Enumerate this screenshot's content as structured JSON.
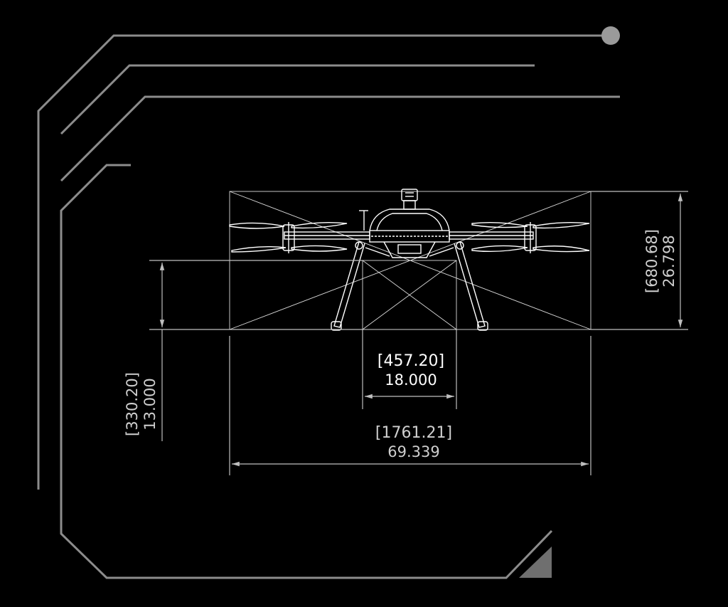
{
  "colors": {
    "background": "#000000",
    "frame": "#8c8c8c",
    "drawing": "#ffffff",
    "dimension": "#bfbfbf",
    "accent_dot": "#9a9a9a"
  },
  "dimensions": {
    "height": {
      "mm": "[680.68]",
      "in": "26.798"
    },
    "gear_height": {
      "mm": "[330.20]",
      "in": "13.000"
    },
    "gear_width": {
      "mm": "[457.20]",
      "in": "18.000"
    },
    "span": {
      "mm": "[1761.21]",
      "in": "69.339"
    }
  }
}
